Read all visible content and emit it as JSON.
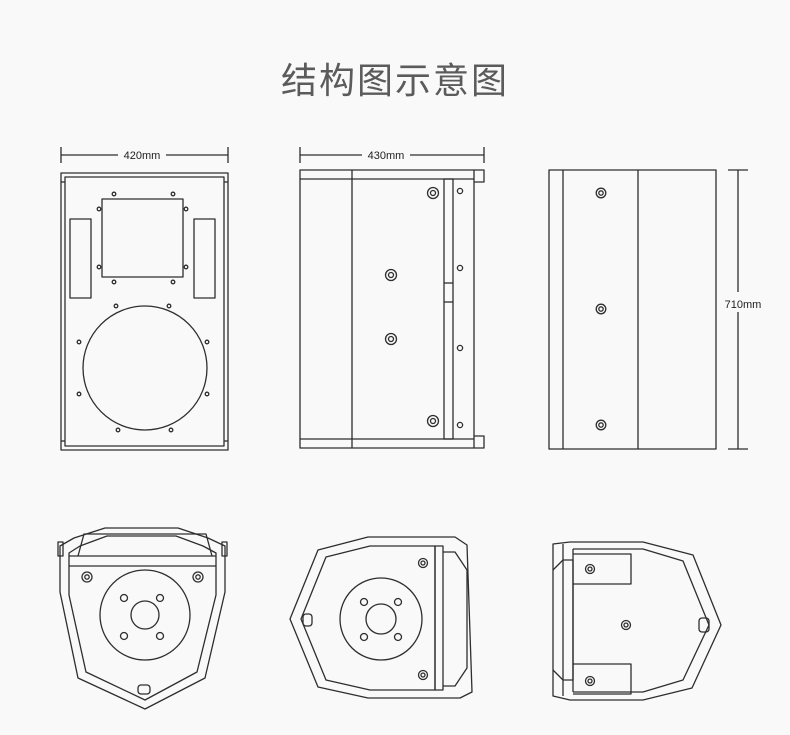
{
  "title": "结构图示意图",
  "dimensions": {
    "front_width": "420mm",
    "side_depth": "430mm",
    "height": "710mm"
  },
  "colors": {
    "background": "#f9f9f9",
    "line": "#2e2e2e",
    "title": "#5b5b5b"
  }
}
